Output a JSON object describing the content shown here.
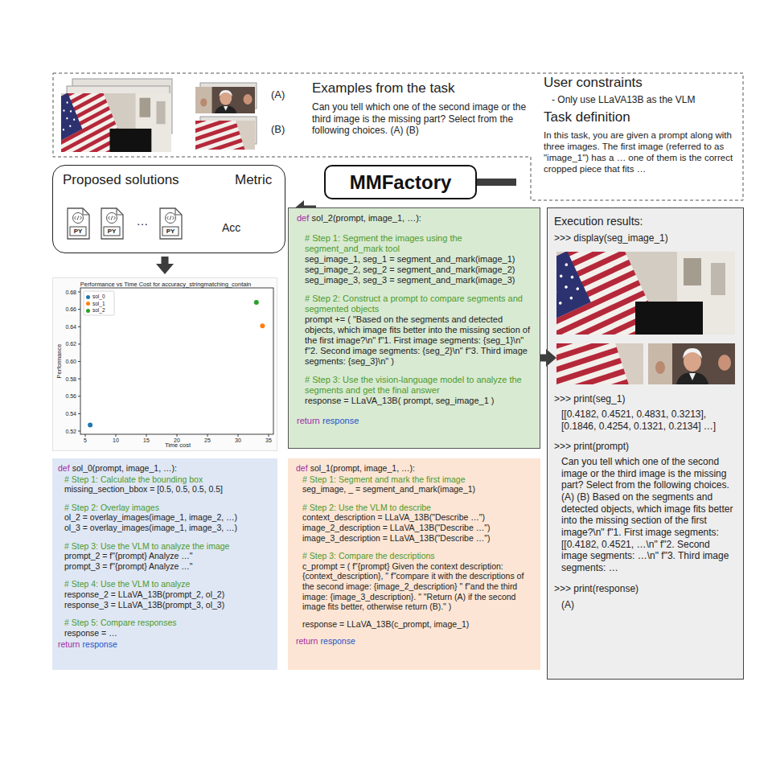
{
  "diagram": {
    "nodes": [
      {
        "text": [
          "Examples from the task",
          "Can you tell which one of the second image or the third image is the missing part? Select from the following choices. (A) (B)",
          "User constraints",
          "- Only use LLaVA13B as the VLM",
          "Task definition",
          "In this task, you are given a prompt along with three images. The first image (referred to as \"image_1\") has a … one of them is the correct cropped piece that fits …"
        ]
      },
      {
        "text": [
          "MMFactory"
        ]
      },
      {
        "text": [
          "Proposed solutions",
          "Metric",
          "…",
          "Acc"
        ]
      },
      {
        "text": [
          "PY"
        ],
        "in": 2
      },
      {
        "text": [
          "PY"
        ],
        "in": 2
      },
      {
        "text": [
          "PY"
        ],
        "in": 2
      },
      {
        "text": [
          "Performance vs Time Cost for accuracy_stringmatching_contain"
        ]
      },
      {
        "text": [
          "def",
          "sol_2(prompt, image_1, …):",
          "# Step 1: Segment the images using the segment_and_mark tool",
          "seg_image_1, seg_1 = segment_and_mark(image_1)",
          "seg_image_2, seg_2 = segment_and_mark(image_2)",
          "seg_image_3, seg_3 = segment_and_mark(image_3)",
          "# Step 2: Construct a prompt to compare segments and segmented objects",
          "prompt += ( \"Based on the segments and detected objects, which image fits better into the missing section of the first image?\\n\" f\"1. First image segments: {seg_1}\\n\" f\"2. Second image segments: {seg_2}\\n\" f\"3. Third image segments: {seg_3}\\n\" )",
          "# Step 3: Use the vision-language model to analyze the segments and get the final answer",
          "response = LLaVA_13B( prompt, seg_image_1 )",
          "return",
          "response"
        ]
      },
      {
        "text": [
          "Execution results:",
          ">>> display(seg_image_1)",
          ">>> print(seg_1)",
          "[[0.4182, 0.4521, 0.4831, 0.3213], [0.1846, 0.4254, 0.1321, 0.2134] …]",
          ">>> print(prompt)",
          "Can you tell which one of the second image or the third image is the missing part? Select from the following choices. (A) (B) Based on the segments and detected objects, which image fits better into the missing section of the first image?\\n\" f\"1. First image segments: [[0.4182, 0.4521, …\\n\" f\"2. Second image segments: …\\n\" f\"3. Third image segments: …",
          ">>> print(response)",
          "(A)"
        ]
      },
      {
        "text": [
          "def",
          "sol_0(prompt, image_1, …):",
          "# Step 1: Calculate the bounding box",
          "missing_section_bbox = [0.5, 0.5, 0.5, 0.5]",
          "# Step 2: Overlay images",
          "ol_2 = overlay_images(image_1, image_2, …)",
          "ol_3 = overlay_images(image_1, image_3, …)",
          "# Step 3: Use the VLM to analyze the image",
          "prompt_2 = f\"{prompt} Analyze …\"",
          "prompt_3 = f\"{prompt} Analyze …\"",
          "# Step 4: Use the VLM to analyze",
          "response_2 = LLaVA_13B(prompt_2, ol_2)",
          "response_3 = LLaVA_13B(prompt_3, ol_3)",
          "# Step 5: Compare responses",
          "response = …",
          "return",
          "response"
        ]
      },
      {
        "text": [
          "def",
          "sol_1(prompt, image_1, …):",
          "# Step 1: Segment and mark the first image",
          "seg_image, _ = segment_and_mark(image_1)",
          "# Step 2: Use the VLM to describe",
          "context_description = LLaVA_13B(\"Describe …\")",
          "image_2_description = LLaVA_13B(\"Describe …\")",
          "image_3_description = LLaVA_13B(\"Describe …\")",
          "# Step 3: Compare the descriptions",
          "c_prompt = ( f\"{prompt} Given the context description: {context_description}, \" f\"compare it with the descriptions of the second image: {image_2_description} \" f\"and the third image: {image_3_description}. \" \"Return (A) if the second image fits better, otherwise return (B).\" )",
          "response = LLaVA_13B(c_prompt, image_1)",
          "return",
          "response"
        ]
      }
    ],
    "edges": [
      {
        "from": 0,
        "to": 1,
        "arrow": "to"
      },
      {
        "from": 1,
        "to": 2,
        "arrow": "to"
      },
      {
        "from": 2,
        "to": 6,
        "arrow": "to"
      },
      {
        "from": 7,
        "to": 8,
        "arrow": "to"
      }
    ],
    "labels": [
      "(A)",
      "(B)",
      "0.68",
      "0.66",
      "0.64",
      "0.62",
      "0.60",
      "0.58",
      "0.56",
      "0.54",
      "0.52",
      "5",
      "10",
      "15",
      "20",
      "25",
      "30",
      "35",
      "Performance",
      "Time cost"
    ],
    "legend": [
      {
        "text": "sol_0",
        "color": "#1f77b4"
      },
      {
        "text": "sol_1",
        "color": "#ff7f0e"
      },
      {
        "text": "sol_2",
        "color": "#2ca02c"
      }
    ]
  }
}
